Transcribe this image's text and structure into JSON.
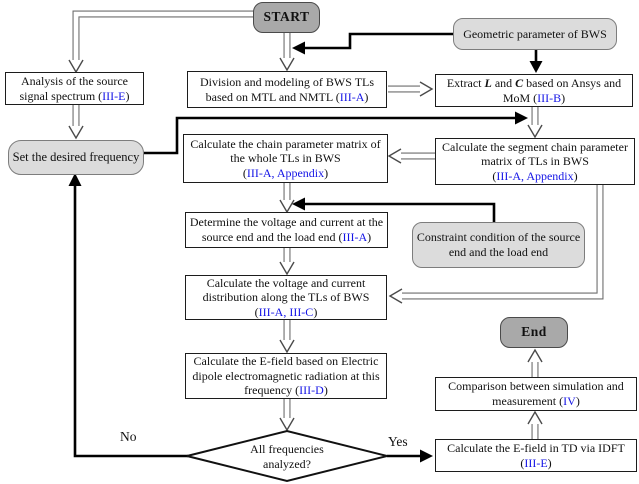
{
  "figure": {
    "title": "BWS transmission-line E-field simulation flowchart"
  },
  "punct": {
    "open": "(",
    "close": ")"
  },
  "labels": {
    "no": "No",
    "yes": "Yes"
  },
  "colors": {
    "terminal_dark": "#a9a9a9",
    "terminal_light": "#dcdcdc",
    "process_fill": "#ffffff",
    "ref_blue": "#1414e6",
    "solid_arrow": "#000000",
    "pipe_outline": "#6e6e6e"
  },
  "nodes": {
    "start": {
      "text": "START"
    },
    "geometric": {
      "text": "Geometric parameter of BWS"
    },
    "analysis": {
      "text": "Analysis of the source signal spectrum",
      "ref": "III-E"
    },
    "division": {
      "text": "Division and modeling of BWS TLs based on MTL and NMTL",
      "ref": "III-A"
    },
    "extract": {
      "t1": "Extract",
      "var1": "L",
      "t2": "and",
      "var2": "C",
      "t3": "based on Ansys and MoM",
      "ref": "III-B"
    },
    "set_freq": {
      "text": "Set the desired frequency"
    },
    "chain": {
      "text": "Calculate the chain parameter matrix of the whole TLs in BWS",
      "ref": "III-A, Appendix"
    },
    "segment": {
      "text": "Calculate the segment chain parameter matrix of TLs in BWS",
      "ref": "III-A, Appendix"
    },
    "determine": {
      "text": "Determine the voltage and current at the source end and the load end",
      "ref": "III-A"
    },
    "constraint": {
      "text": "Constraint condition of the source end and the load end"
    },
    "vi_dist": {
      "text": "Calculate the voltage and current distribution along the TLs of BWS",
      "ref": "III-A, III-C"
    },
    "efield": {
      "text": "Calculate the E-field based on Electric dipole electromagnetic radiation at this frequency",
      "ref": "III-D"
    },
    "decision": {
      "text": "All frequencies analyzed?"
    },
    "idft": {
      "text": "Calculate the E-field in TD via IDFT",
      "ref": "III-E"
    },
    "comparison": {
      "text": "Comparison between simulation and measurement",
      "ref": "IV"
    },
    "end": {
      "text": "End"
    }
  }
}
